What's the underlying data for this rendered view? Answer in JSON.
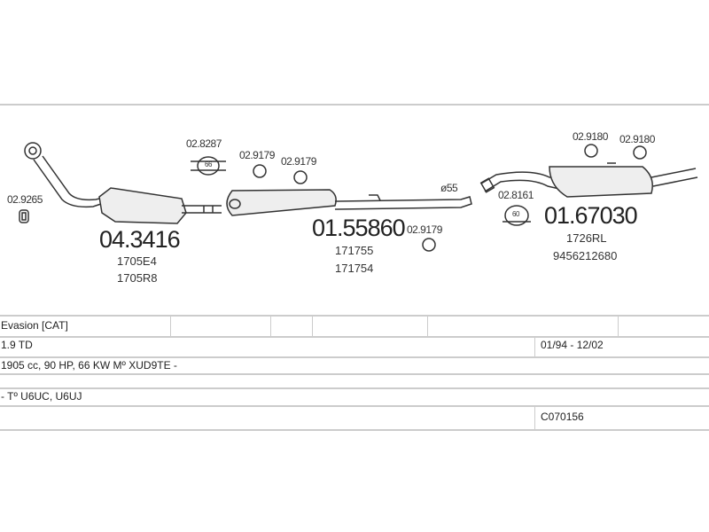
{
  "parts": {
    "cat_code": "04.3416",
    "cat_refs": [
      "1705E4",
      "1705R8"
    ],
    "mid_code": "01.55860",
    "mid_refs": [
      "171755",
      "171754"
    ],
    "rear_code": "01.67030",
    "rear_refs": [
      "1726RL",
      "9456212680"
    ],
    "gasket": "02.9265",
    "clamp": "02.8287",
    "clamp_size": "66",
    "rubber_a": "02.9179",
    "rubber_b": "02.9179",
    "rubber_c": "02.9179",
    "clamp2": "02.8161",
    "clamp2_size": "60",
    "rubber_d": "02.9180",
    "rubber_e": "02.9180",
    "diameter": "ø55"
  },
  "table": {
    "model": "Evasion  [CAT]",
    "engine": "1.9 TD",
    "years": "01/94 - 12/02",
    "specs": "1905 cc, 90 HP, 66 KW  Mº XUD9TE -",
    "types": "- Tº U6UC, U6UJ",
    "code": "C070156"
  }
}
